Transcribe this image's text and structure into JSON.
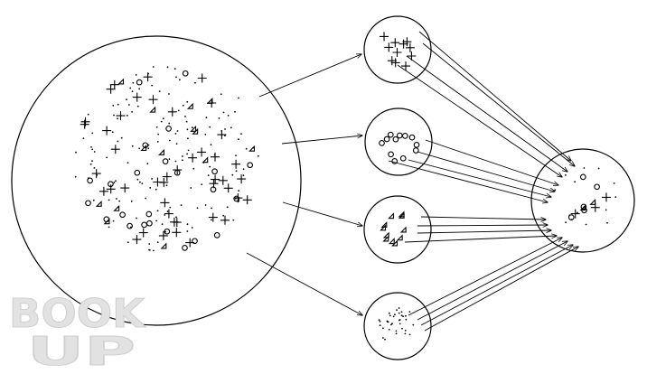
{
  "diagram": {
    "stroke_color": "#000000",
    "mixed_population": {
      "plus_count": 44,
      "circle_count": 24,
      "triangle_count": 14,
      "dot_count": 150
    },
    "sorted_groups": [
      {
        "symbol": "plus",
        "count": 11
      },
      {
        "symbol": "circle",
        "count": 12
      },
      {
        "symbol": "triangle",
        "count": 11
      },
      {
        "symbol": "dot",
        "count": 35
      }
    ],
    "recombined_sample": {
      "plus_count": 3,
      "circle_count": 5,
      "triangle_count": 2,
      "dot_count": 14
    }
  },
  "logo": {
    "line1": "BOOK",
    "line2": "UP",
    "color": "#d9d9d9"
  }
}
